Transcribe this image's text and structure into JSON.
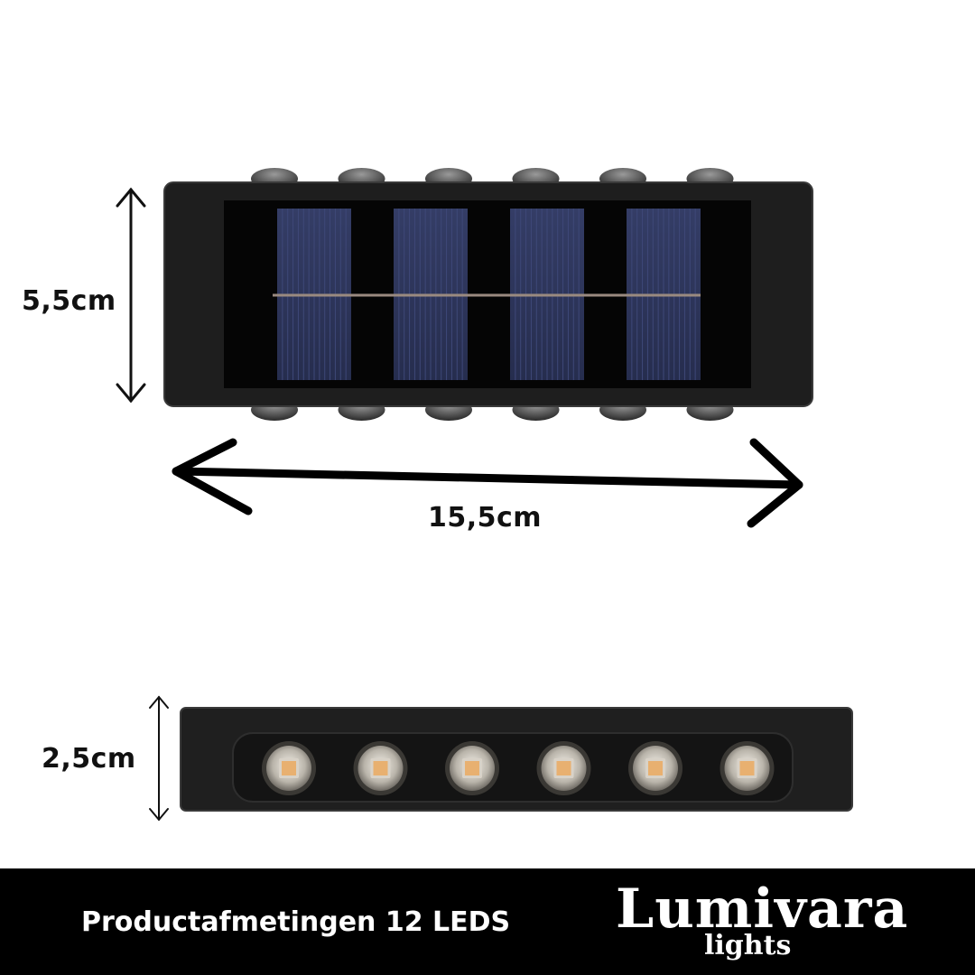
{
  "labels": {
    "height": "5,5cm",
    "width": "15,5cm",
    "depth": "2,5cm"
  },
  "footer": {
    "caption": "Productafmetingen 12 LEDS",
    "brand_name": "Lumivara",
    "brand_sub": "lights"
  },
  "colors": {
    "housing": "#1e1e1e",
    "solar_cell": "#2b3358",
    "led_glow": "#e8b070",
    "footer_bg": "#000000"
  },
  "product": {
    "solar_cells": 4,
    "top_domes": 6,
    "front_leds": 6
  }
}
